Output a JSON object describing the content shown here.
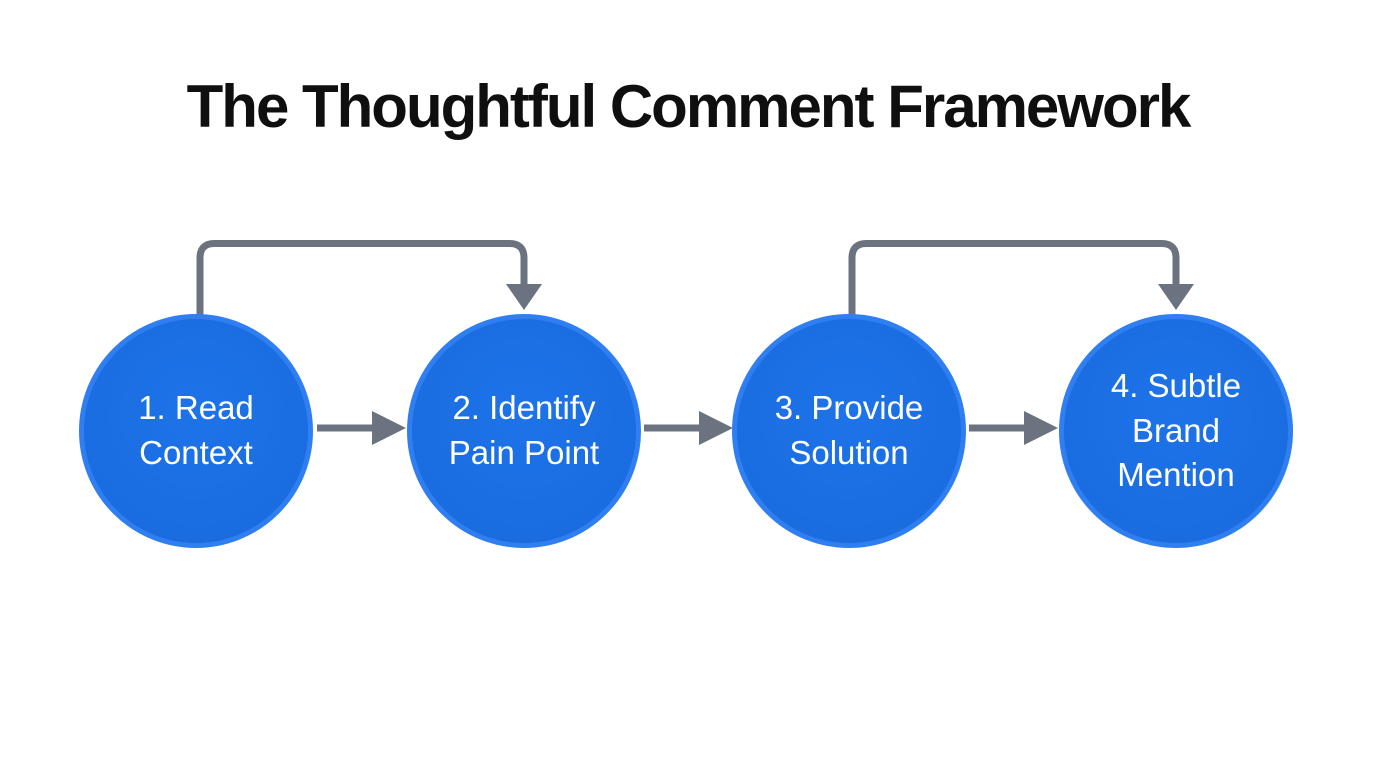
{
  "title": "The Thoughtful Comment Framework",
  "colors": {
    "background": "#ffffff",
    "circle_fill": "#1a6de0",
    "circle_rim": "#2f7ff2",
    "circle_text": "#ffffff",
    "arrow_gray": "#6b7280",
    "title_text": "#0f0f0f"
  },
  "steps": [
    {
      "label": "1. Read\nContext"
    },
    {
      "label": "2. Identify\nPain Point"
    },
    {
      "label": "3. Provide\nSolution"
    },
    {
      "label": "4. Subtle\nBrand\nMention"
    }
  ],
  "arrows": {
    "flow": [
      {
        "name": "arrow-step1-to-step2"
      },
      {
        "name": "arrow-step2-to-step3"
      },
      {
        "name": "arrow-step3-to-step4"
      }
    ],
    "skip": [
      {
        "name": "skip-arrow-step1-to-step2"
      },
      {
        "name": "skip-arrow-step3-to-step4"
      }
    ]
  }
}
